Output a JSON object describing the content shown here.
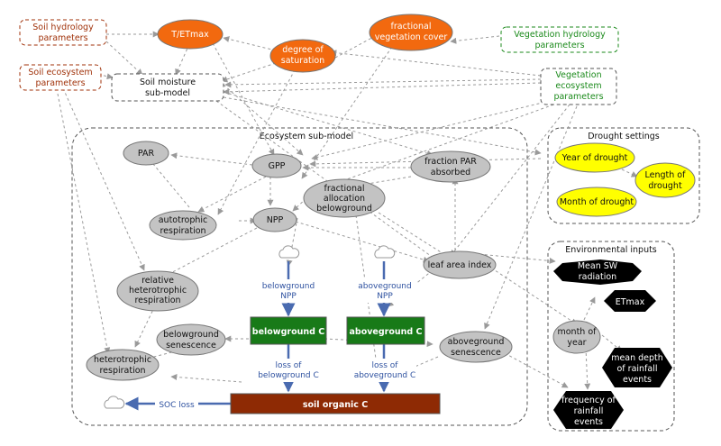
{
  "colors": {
    "soil": "#a0320a",
    "vegetation": "#1b8a1b",
    "orange": "#f2690f",
    "gray": "#c3c3c3",
    "yellow": "#ffff00",
    "green_box": "#187a18",
    "soc_box": "#8e2a04",
    "black": "#000000",
    "flow": "#4a6bb0",
    "dashed_arrow": "#9a9a9a"
  },
  "params": {
    "soil_hydrology": [
      "Soil hydrology",
      "parameters"
    ],
    "soil_ecosystem": [
      "Soil ecosystem",
      "parameters"
    ],
    "vegetation_hydrology": [
      "Vegetation hydrology",
      "parameters"
    ],
    "vegetation_ecosystem": [
      "Vegetation",
      "ecosystem",
      "parameters"
    ],
    "soil_moisture": [
      "Soil moisture",
      "sub-model"
    ]
  },
  "hydrology_outputs": {
    "t_etmax": [
      "T/ETmax"
    ],
    "degree_saturation": [
      "degree of",
      "saturation"
    ],
    "fractional_vegetation_cover": [
      "fractional",
      "vegetation cover"
    ]
  },
  "groups": {
    "ecosystem": "Ecosystem sub-model",
    "drought": "Drought settings",
    "environmental": "Environmental inputs"
  },
  "ecosystem_nodes": {
    "par": [
      "PAR"
    ],
    "gpp": [
      "GPP"
    ],
    "fraction_par": [
      "fraction PAR",
      "absorbed"
    ],
    "fractional_allocation": [
      "fractional",
      "allocation",
      "belowground"
    ],
    "autotrophic_respiration": [
      "autotrophic",
      "respiration"
    ],
    "npp": [
      "NPP"
    ],
    "leaf_area_index": [
      "leaf area index"
    ],
    "relative_heterotrophic": [
      "relative",
      "heterotrophic",
      "respiration"
    ],
    "belowground_senescence": [
      "belowground",
      "senescence"
    ],
    "aboveground_senescence": [
      "aboveground",
      "senescence"
    ],
    "heterotrophic_respiration": [
      "heterotrophic",
      "respiration"
    ]
  },
  "pools": {
    "belowground_c": "belowground C",
    "aboveground_c": "aboveground C",
    "soil_organic_c": "soil organic C"
  },
  "flows": {
    "belowground_npp": [
      "belowground",
      "NPP"
    ],
    "aboveground_npp": [
      "aboveground",
      "NPP"
    ],
    "loss_belowground": [
      "loss of",
      "belowground C"
    ],
    "loss_aboveground": [
      "loss of",
      "aboveground C"
    ],
    "soc_loss": [
      "SOC loss"
    ]
  },
  "drought_nodes": {
    "year": [
      "Year of drought"
    ],
    "length": [
      "Length of",
      "drought"
    ],
    "month": [
      "Month of drought"
    ]
  },
  "environment_nodes": {
    "mean_sw": [
      "Mean SW",
      "radiation"
    ],
    "etmax": [
      "ETmax"
    ],
    "month_of_year": [
      "month of",
      "year"
    ],
    "rainfall_depth": [
      "mean depth",
      "of rainfall",
      "events"
    ],
    "rainfall_frequency": [
      "frequency of",
      "rainfall",
      "events"
    ]
  }
}
